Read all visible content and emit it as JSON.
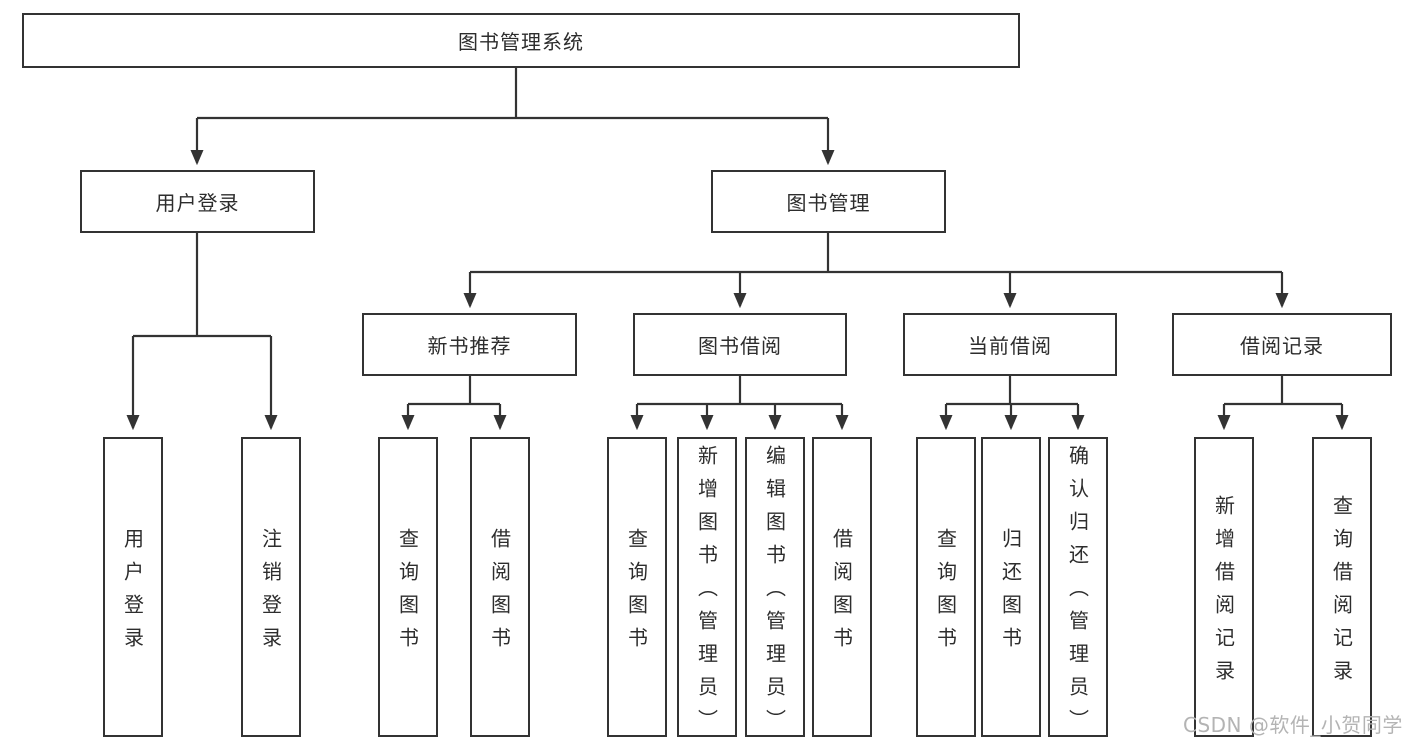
{
  "tree": {
    "label": "图书管理系统",
    "children": [
      {
        "label": "用户登录",
        "children": [
          {
            "label": "用户登录"
          },
          {
            "label": "注销登录"
          }
        ]
      },
      {
        "label": "图书管理",
        "children": [
          {
            "label": "新书推荐",
            "children": [
              {
                "label": "查询图书"
              },
              {
                "label": "借阅图书"
              }
            ]
          },
          {
            "label": "图书借阅",
            "children": [
              {
                "label": "查询图书"
              },
              {
                "label": "新增图书（管理员）"
              },
              {
                "label": "编辑图书（管理员）"
              },
              {
                "label": "借阅图书"
              }
            ]
          },
          {
            "label": "当前借阅",
            "children": [
              {
                "label": "查询图书"
              },
              {
                "label": "归还图书"
              },
              {
                "label": "确认归还（管理员）"
              }
            ]
          },
          {
            "label": "借阅记录",
            "children": [
              {
                "label": "新增借阅记录"
              },
              {
                "label": "查询借阅记录"
              }
            ]
          }
        ]
      }
    ]
  },
  "watermark": {
    "text": "CSDN @软件_小贺同学"
  },
  "colors": {
    "line": "#333333",
    "box_border": "#333333",
    "text": "#2d2d2d",
    "background": "#ffffff",
    "watermark": "#b4b4b4"
  }
}
